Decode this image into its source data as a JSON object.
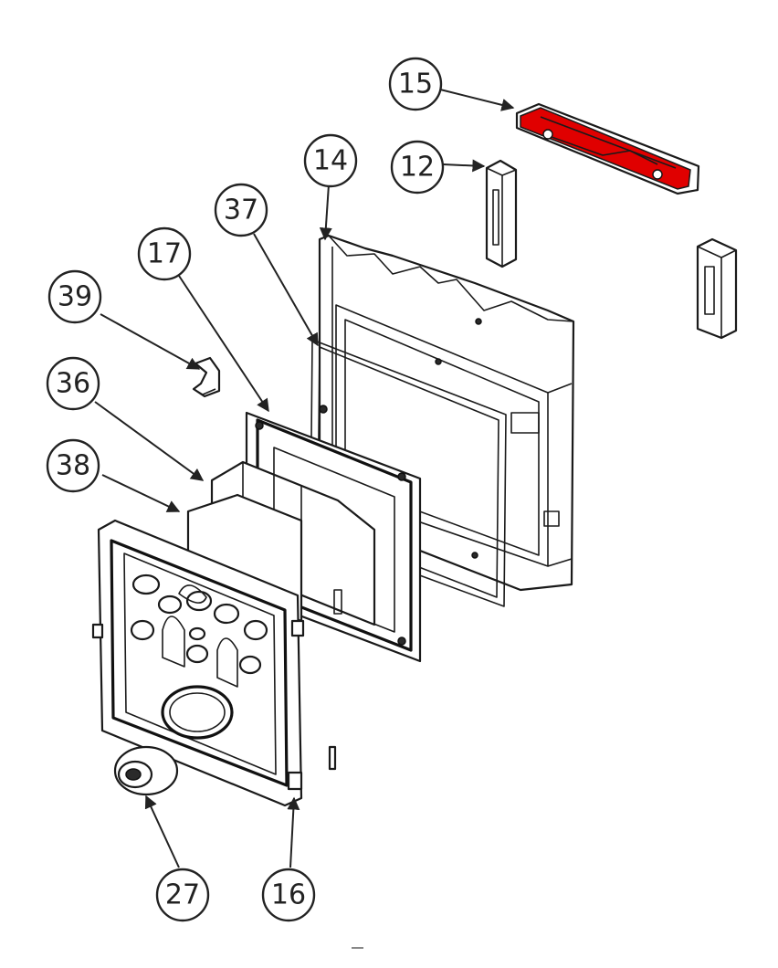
{
  "highlight_color": "#e00000",
  "callouts": [
    {
      "id": "c15",
      "label": "15"
    },
    {
      "id": "c12",
      "label": "12"
    },
    {
      "id": "c14",
      "label": "14"
    },
    {
      "id": "c37",
      "label": "37"
    },
    {
      "id": "c17",
      "label": "17"
    },
    {
      "id": "c39",
      "label": "39"
    },
    {
      "id": "c36",
      "label": "36"
    },
    {
      "id": "c38",
      "label": "38"
    },
    {
      "id": "c27",
      "label": "27"
    },
    {
      "id": "c16",
      "label": "16"
    }
  ]
}
